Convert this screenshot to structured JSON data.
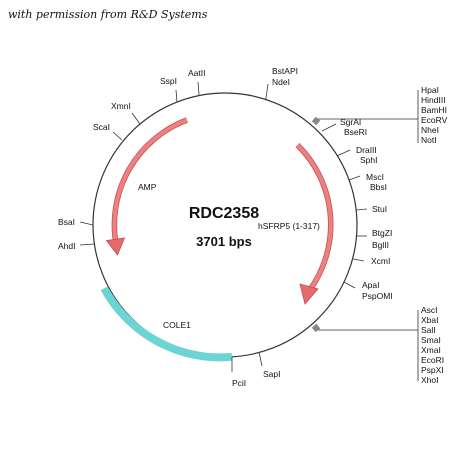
{
  "credit": "with permission from R&D Systems",
  "plasmid": {
    "name": "RDC2358",
    "size_label": "3701 bps"
  },
  "features": [
    {
      "label": "AMP",
      "color": "#e8696b"
    },
    {
      "label": "hSFRP5 (1-317)",
      "color": "#e8696b"
    },
    {
      "label": "COLE1",
      "color": "#6cd4d4"
    }
  ],
  "sites": {
    "bstapi": "BstAPI",
    "ndei": "NdeI",
    "aatii": "AatII",
    "sspi": "SspI",
    "xmni": "XmnI",
    "scai": "ScaI",
    "bsai": "BsaI",
    "ahdi": "AhdI",
    "sgrai": "SgrAI",
    "bseri": "BseRI",
    "draiii": "DraIII",
    "sphi": "SphI",
    "msci": "MscI",
    "bbsi": "BbsI",
    "stui": "StuI",
    "btgzi": "BtgZI",
    "bglii": "BglII",
    "xcmi": "XcmI",
    "apai": "ApaI",
    "psp0mi": "PspOMI",
    "sapi": "SapI",
    "pcii": "PciI",
    "mcs1": [
      "HpaI",
      "HindIII",
      "BamHI",
      "EcoRV",
      "NheI",
      "NotI"
    ],
    "mcs2": [
      "AscI",
      "XbaI",
      "SalI",
      "SmaI",
      "XmaI",
      "EcoRI",
      "PspXI",
      "XhoI"
    ]
  }
}
